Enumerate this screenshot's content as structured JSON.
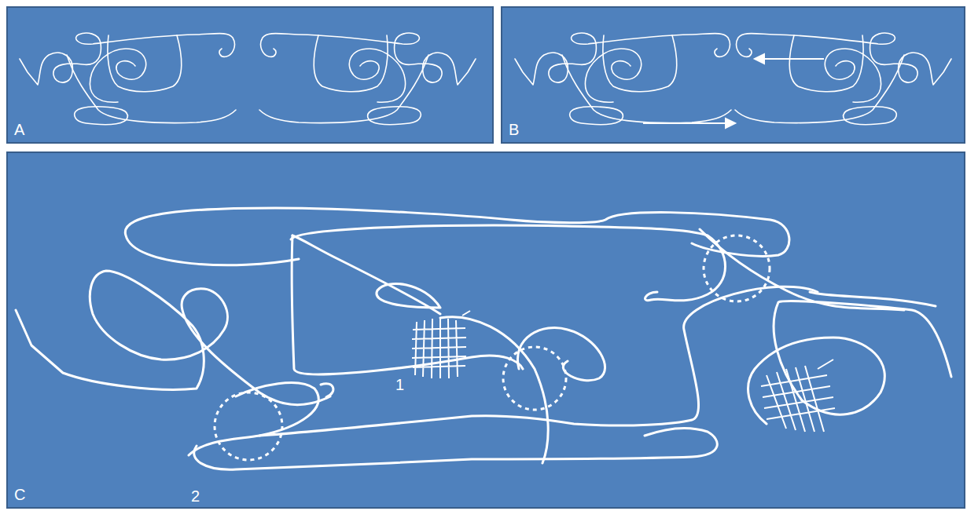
{
  "diagram": {
    "nodes": [
      {
        "text": [
          "A"
        ]
      },
      {
        "text": [
          "B"
        ]
      },
      {
        "text": [
          "C"
        ]
      }
    ],
    "labels": [
      "1",
      "2"
    ]
  }
}
